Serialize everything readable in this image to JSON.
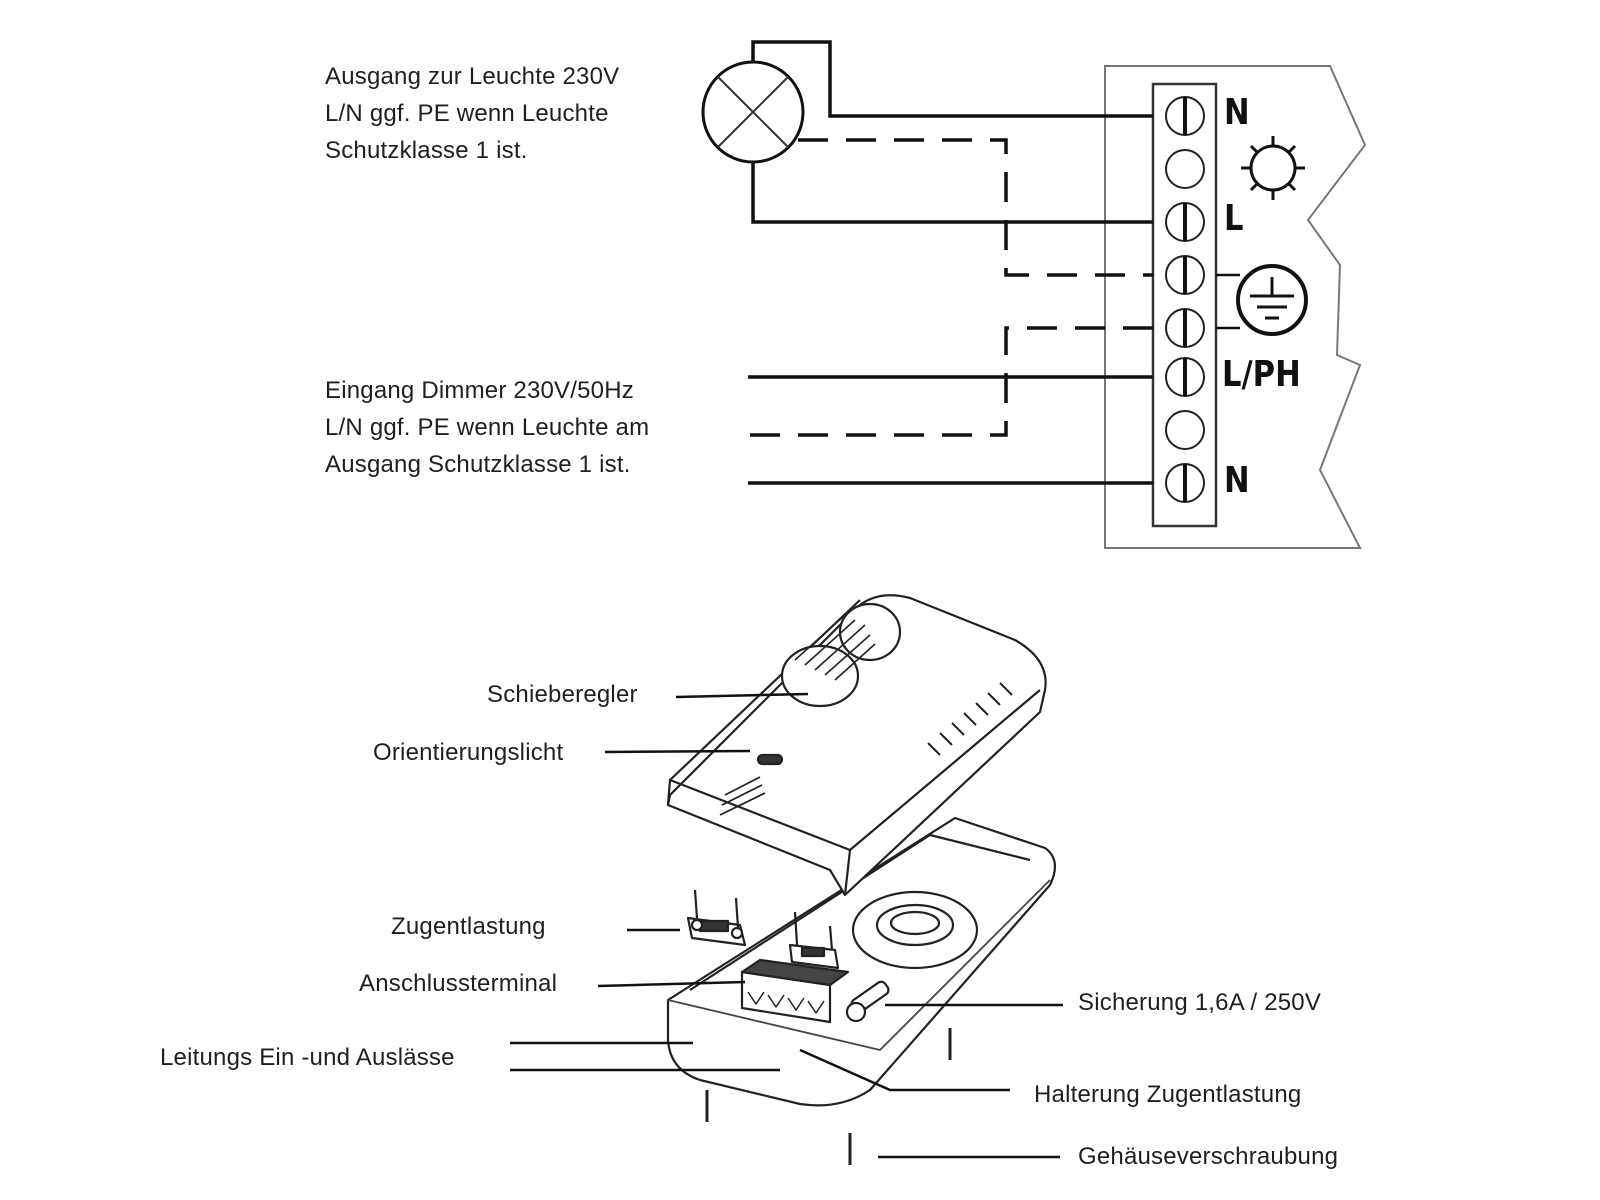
{
  "wiring_diagram": {
    "output_note": {
      "lines": [
        "Ausgang zur Leuchte 230V",
        "L/N ggf. PE wenn Leuchte",
        "Schutzklasse 1 ist."
      ]
    },
    "input_note": {
      "lines": [
        "Eingang Dimmer 230V/50Hz",
        "L/N ggf. PE wenn Leuchte  am",
        "Ausgang Schutzklasse 1 ist."
      ]
    },
    "terminal_labels": {
      "out_n": "N",
      "out_l": "L",
      "in_l": "L/PH",
      "in_n": "N"
    },
    "symbols": [
      "lamp-icon",
      "light-bulb-icon",
      "protective-earth-icon"
    ]
  },
  "exploded_view": {
    "labels": {
      "slider": "Schieberegler",
      "orientation_light": "Orientierungslicht",
      "strain_relief": "Zugentlastung",
      "terminal": "Anschlussterminal",
      "cable_inlets": "Leitungs Ein -und  Auslässe",
      "fuse": "Sicherung 1,6A / 250V",
      "strain_relief_holder": "Halterung Zugentlastung",
      "housing_screws": "Gehäuseverschraubung"
    }
  }
}
